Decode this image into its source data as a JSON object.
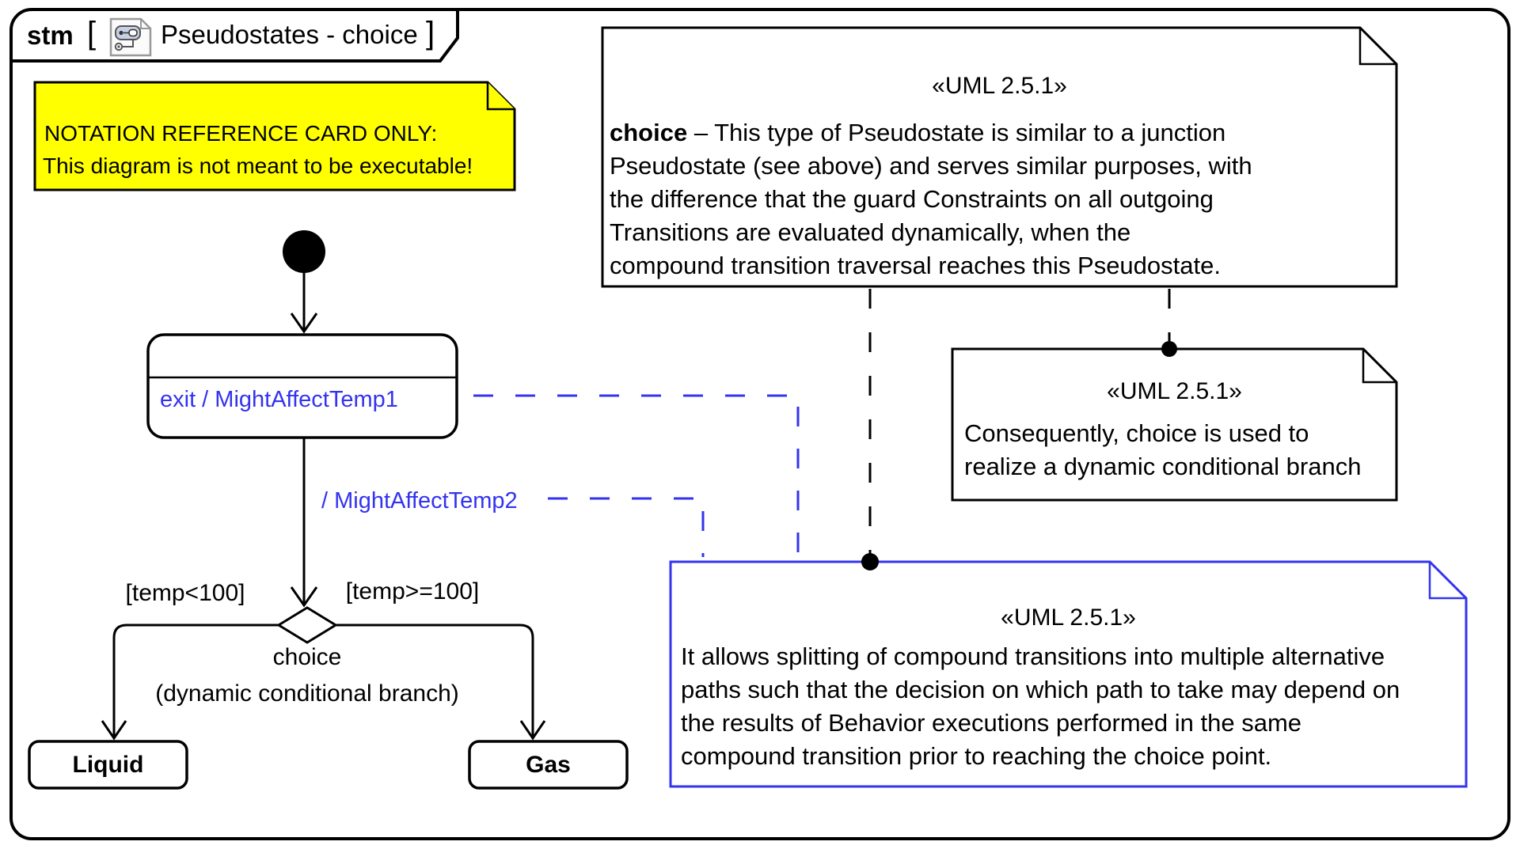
{
  "frame": {
    "keyword": "stm",
    "open_bracket": "[",
    "title": "Pseudostates - choice",
    "close_bracket": "]"
  },
  "yellow_note": {
    "line1": "NOTATION REFERENCE CARD ONLY:",
    "line2": "This diagram is not meant to be executable!"
  },
  "diagram": {
    "state1_exit": "exit / MightAffectTemp1",
    "transition_effect": "/ MightAffectTemp2",
    "guard_left": "[temp<100]",
    "guard_right": "[temp>=100]",
    "choice_label": "choice",
    "choice_sublabel": "(dynamic conditional branch)",
    "state_liquid": "Liquid",
    "state_gas": "Gas"
  },
  "note_top": {
    "stereotype": "«UML 2.5.1»",
    "line1_bold": "choice",
    "line1_rest": " – This type of Pseudostate is similar to a junction",
    "lines": [
      "Pseudostate (see above) and serves similar purposes, with",
      "the difference that the guard Constraints on all outgoing",
      "Transitions are evaluated dynamically, when the",
      "compound transition traversal reaches this Pseudostate."
    ]
  },
  "note_middle": {
    "stereotype": "«UML 2.5.1»",
    "lines": [
      "Consequently, choice is used to",
      "realize a dynamic conditional branch"
    ]
  },
  "note_bottom": {
    "stereotype": "«UML 2.5.1»",
    "lines": [
      "It allows splitting of compound transitions into multiple alternative",
      "paths such that the decision on which path to take may depend on",
      "the results of Behavior executions performed in the same",
      "compound transition prior to reaching the choice point."
    ]
  },
  "colors": {
    "accent_blue": "#3333F0",
    "note_yellow": "#FFFF00",
    "line_black": "#000000"
  }
}
